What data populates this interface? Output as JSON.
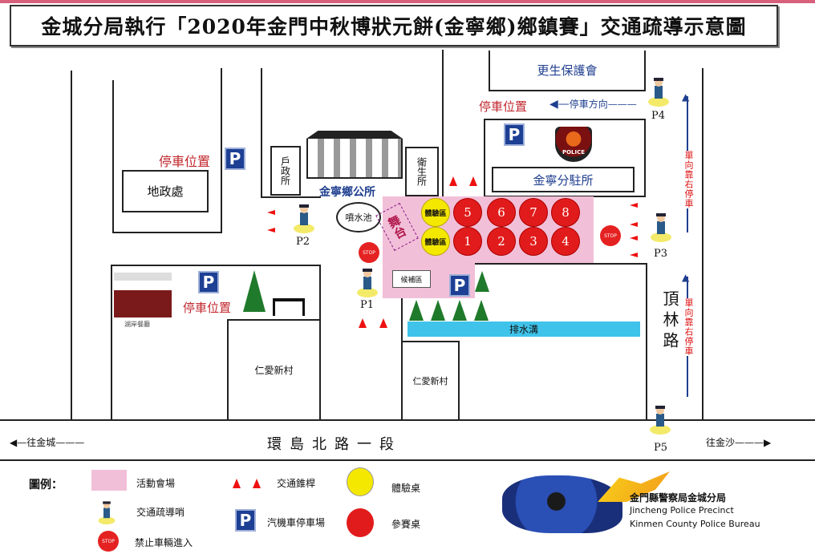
{
  "title": "金城分局執行「2020年金門中秋博狀元餅(金寧鄉)鄉鎮賽」交通疏導示意圖",
  "buildings": {
    "rehab": "更生保護會",
    "household": "戶政所",
    "health": "衛生所",
    "township_office": "金寧鄉公所",
    "police_station": "金寧分駐所",
    "land_office": "地政處",
    "fountain": "噴水池",
    "restaurant": "湖岸餐廳",
    "village_left": "仁愛新村",
    "village_right": "仁愛新村",
    "drain": "排水溝",
    "police_badge": "POLICE"
  },
  "parking": {
    "label": "停車位置",
    "direction": "停車方向",
    "p": "P"
  },
  "roads": {
    "dinglin": "頂林路",
    "huandao": "環島北路一段",
    "to_jincheng": "往金城",
    "to_jinsha": "往金沙",
    "one_way": "單向靠右停車"
  },
  "venue": {
    "stage": "舞台",
    "experience": "體驗區",
    "standby": "候補區",
    "tables": [
      "1",
      "2",
      "3",
      "4",
      "5",
      "6",
      "7",
      "8"
    ]
  },
  "posts": [
    "P1",
    "P2",
    "P3",
    "P4",
    "P5"
  ],
  "stop": "STOP",
  "legend": {
    "title": "圖例：",
    "venue": "活動會場",
    "cones": "交通錐桿",
    "exp_table": "體驗桌",
    "post": "交通疏導哨",
    "parking": "汽機車停車場",
    "comp_table": "參賽桌",
    "no_entry": "禁止車輛進入"
  },
  "logo": {
    "zh": "金門縣警察局金城分局",
    "en1": "Jincheng Police Precinct",
    "en2": "Kinmen County Police Bureau"
  },
  "colors": {
    "venue": "#f2bfd8",
    "table": "#e11b1b",
    "exp": "#f5e800",
    "parking": "#1d3f94",
    "drain": "#3fc3ea"
  }
}
